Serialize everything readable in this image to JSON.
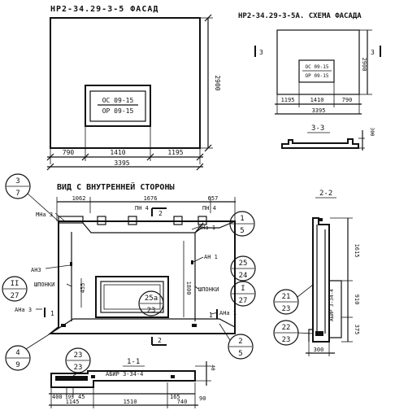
{
  "titles": {
    "facade": "НР2-34.29-3-5 ФАСАД",
    "facade_scheme": "НР2-34.29-3-5А. СХЕМА ФАСАДА",
    "inner_view": "ВИД С ВНУТРЕННЕЙ СТОРОНЫ",
    "section_33": "3-3",
    "section_22": "2-2",
    "section_11": "1-1"
  },
  "facade": {
    "window_mark_top": "ОС 09-15",
    "window_mark_bottom": "ОР 09-15",
    "dim_height": "2900",
    "dim_left": "790",
    "dim_mid": "1410",
    "dim_right": "1195",
    "dim_total": "3395"
  },
  "scheme": {
    "window_mark_top": "ОС 09-15",
    "window_mark_bottom": "ОР 09-15",
    "dim_height": "2900",
    "dim_left": "1195",
    "dim_mid": "1410",
    "dim_right": "790",
    "dim_total": "3395",
    "cut_left": "3",
    "cut_right": "3",
    "dim_section_33": "300"
  },
  "inner": {
    "dim_top_1": "1062",
    "dim_top_2": "1676",
    "dim_top_3": "657",
    "pn4_left": "ПН 4",
    "pn4_right": "ПН 4",
    "cut_top_num": "2",
    "cut_bottom_num": "2",
    "cut_left_num": "1",
    "cut_right_num": "1",
    "mna3": "МНа 3",
    "mna1": "МНа 1",
    "an3": "АН3",
    "an1": "АН 1",
    "shponki_left": "ШПОНКИ",
    "shponki_right": "ШПОНКИ",
    "ana3": "АНа 3",
    "ana1": "АНа 1",
    "dim_455": "455",
    "dim_1800": "1800",
    "callouts": [
      {
        "id": "c37",
        "top": "3",
        "bottom": "7"
      },
      {
        "id": "c15",
        "top": "1",
        "bottom": "5"
      },
      {
        "id": "c2524",
        "top": "25",
        "bottom": "24"
      },
      {
        "id": "cI27",
        "top": "I",
        "bottom": "27"
      },
      {
        "id": "cII27",
        "top": "II",
        "bottom": "27"
      },
      {
        "id": "c25a23",
        "top": "25а",
        "bottom": "23"
      },
      {
        "id": "c49",
        "top": "4",
        "bottom": "9"
      },
      {
        "id": "c25",
        "top": "2",
        "bottom": "5"
      },
      {
        "id": "c2323",
        "top": "23",
        "bottom": "23"
      },
      {
        "id": "c2123",
        "top": "21",
        "bottom": "23"
      },
      {
        "id": "c2223",
        "top": "22",
        "bottom": "23"
      }
    ]
  },
  "section22": {
    "dim_1615": "1615",
    "dim_910": "910",
    "dim_375": "375",
    "dim_300": "300",
    "rebar": "АБИР 3-34-4"
  },
  "section11": {
    "rebar": "АБИР 3-34-4",
    "dim_400": "400",
    "dim_195": "195",
    "dim_45": "45",
    "dim_1145": "1145",
    "dim_1510": "1510",
    "dim_165": "165",
    "dim_740": "740",
    "dim_90": "90",
    "dim_40": "40"
  }
}
